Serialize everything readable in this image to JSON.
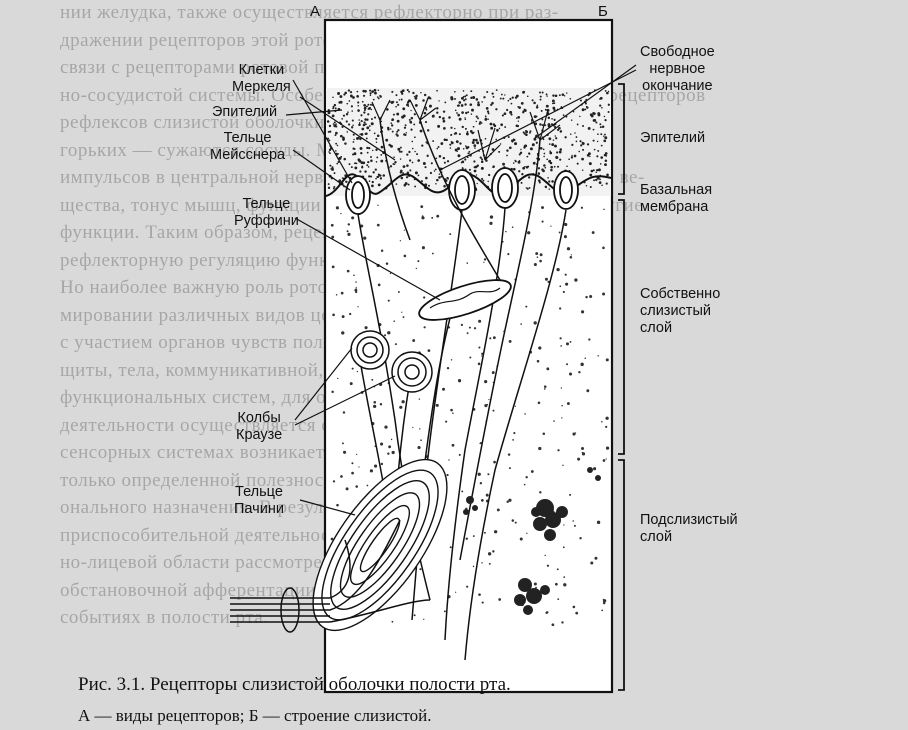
{
  "background_text_lines": [
    "нии желудка, также осуществляется рефлекторно при раз-",
    "дражении рецепторов этой ротоглоточной области. Описаны",
    "связи с рецепторами ротовой полости и сердеч-",
    "но-сосудистой системы. Особенно важно, что при раздражении рецепторов",
    "рефлексов слизистой оболочки изменяется, а в кислых и",
    "горьких — сужаются сосуды. Многие из них являются",
    "импульсов в центральной нервной системе, регулируются обмен ве-",
    "щества, тонус мышц, функции желез внутренней секреции и другие",
    "функции. Таким образом, рецепторный аппарат обеспечивает",
    "рефлекторную регуляцию функций организма.",
    "Но наиболее важную роль ротовая полость участвует и в фор-",
    "мировании различных видов целенаправленной деятельности",
    "с участием органов чувств полости рта (вкуса, за-",
    "щиты, тела, коммуникативной, по П.К.Анохину,",
    "функциональных систем, для обеспечения многих видов",
    "деятельности осуществляется синтез. При этом в",
    "сенсорных системах возникает устойчивость поражения не",
    "только определенной полезностью реализации функци-",
    "онального назначения. В результате анализа формирования",
    "приспособительной деятельности в работе системы ненастр-",
    "но-лицевой области рассмотрены важные",
    "обстановочной афферентации, информирующей о всех",
    "событиях в полости рта."
  ],
  "panel_labels": {
    "a": "А",
    "b": "Б"
  },
  "labels": {
    "merkel": "Клетки\nМеркеля",
    "epithelium_left": "Эпителий",
    "meissner": "Тельце\nМейсснера",
    "ruffini": "Тельце\nРуффини",
    "krause": "Колбы\nКраузе",
    "pacini": "Тельце\nПачини",
    "free_ending": "Свободное\nнервное\nокончание",
    "epithelium_right": "Эпителий",
    "basal_membrane": "Базальная\nмембрана",
    "lamina_propria": "Собственно\nслизистый\nслой",
    "submucosa": "Подслизистый\nслой"
  },
  "caption": "Рис. 3.1. Рецепторы слизистой оболочки полости рта.",
  "legend": "А — виды рецепторов; Б — строение слизистой."
}
